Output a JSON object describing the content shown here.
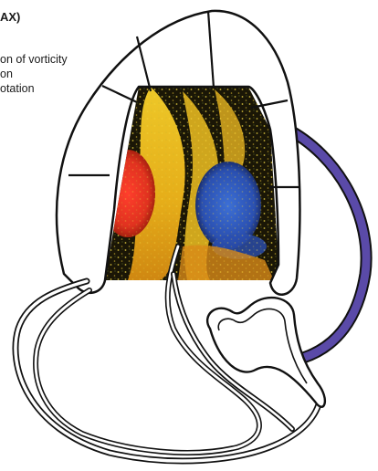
{
  "caption": {
    "heading": "AX)",
    "lines": [
      "on of vorticity",
      "on",
      "otation"
    ]
  },
  "colors": {
    "outline": "#111111",
    "catheter_band": "#5a4aa8",
    "vortex_red": "#e23a2a",
    "vortex_blue": "#2f5ec0",
    "flow_yellow": "#f2c21c",
    "background_dark": "#1a1606"
  },
  "icons": {
    "heart": "heart-chamber-outline",
    "tube": "catheter-tube",
    "band": "purple-pulmonary-band"
  }
}
